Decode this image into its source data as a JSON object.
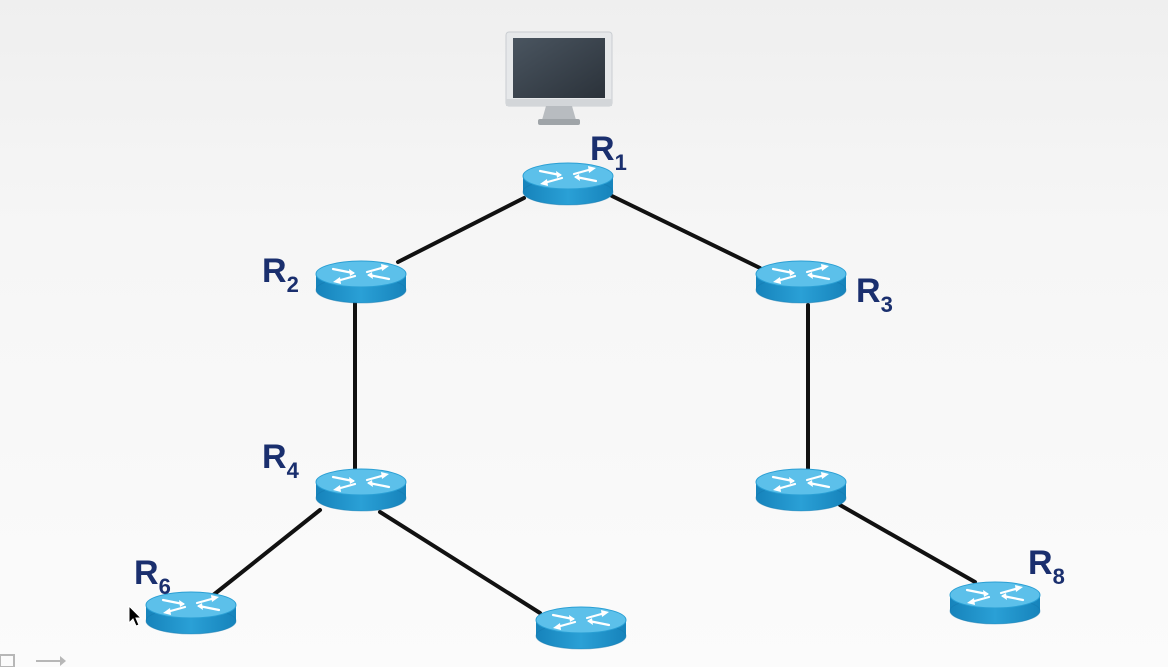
{
  "diagram": {
    "host": {
      "icon": "monitor-icon"
    },
    "routers": [
      {
        "id": "r1",
        "label_main": "R",
        "label_sub": "1",
        "icon": "router-icon"
      },
      {
        "id": "r2",
        "label_main": "R",
        "label_sub": "2",
        "icon": "router-icon"
      },
      {
        "id": "r3",
        "label_main": "R",
        "label_sub": "3",
        "icon": "router-icon"
      },
      {
        "id": "r4",
        "label_main": "R",
        "label_sub": "4",
        "icon": "router-icon"
      },
      {
        "id": "r5",
        "label_main": "",
        "label_sub": "",
        "icon": "router-icon"
      },
      {
        "id": "r6",
        "label_main": "R",
        "label_sub": "6",
        "icon": "router-icon"
      },
      {
        "id": "r7",
        "label_main": "",
        "label_sub": "",
        "icon": "router-icon"
      },
      {
        "id": "r8",
        "label_main": "R",
        "label_sub": "8",
        "icon": "router-icon"
      }
    ],
    "links": [
      {
        "from": "r1",
        "to": "r2"
      },
      {
        "from": "r1",
        "to": "r3"
      },
      {
        "from": "r2",
        "to": "r4"
      },
      {
        "from": "r3",
        "to": "r5"
      },
      {
        "from": "r4",
        "to": "r6"
      },
      {
        "from": "r4",
        "to": "r7"
      },
      {
        "from": "r5",
        "to": "r8"
      }
    ],
    "colors": {
      "router_top": "#4db4e0",
      "router_side": "#1e8fc4",
      "label": "#1a2f6e",
      "link": "#111111"
    }
  }
}
